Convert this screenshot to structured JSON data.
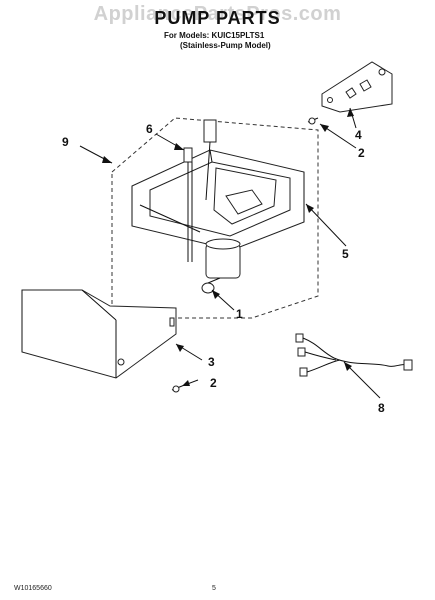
{
  "watermark": "AppliancePartsPros.com",
  "title": "PUMP PARTS",
  "subtitle_models": "For Models: KUIC15PLTS1",
  "subtitle_variant": "(Stainless-Pump Model)",
  "footer": {
    "doc_number": "W10165660",
    "page_number": "5"
  },
  "callouts": [
    {
      "id": "9",
      "label": "9"
    },
    {
      "id": "6",
      "label": "6"
    },
    {
      "id": "4",
      "label": "4"
    },
    {
      "id": "2a",
      "label": "2"
    },
    {
      "id": "5",
      "label": "5"
    },
    {
      "id": "1",
      "label": "1"
    },
    {
      "id": "3",
      "label": "3"
    },
    {
      "id": "2b",
      "label": "2"
    },
    {
      "id": "8",
      "label": "8"
    }
  ]
}
